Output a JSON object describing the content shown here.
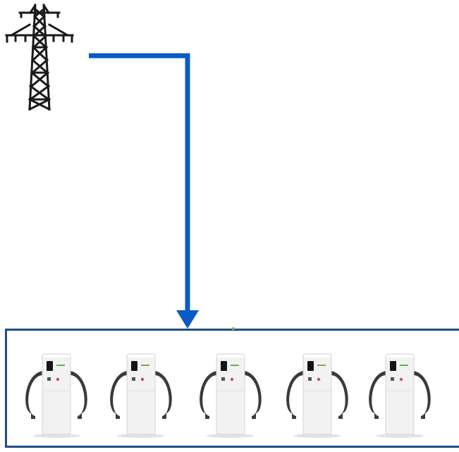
{
  "diagram": {
    "nodes": [
      {
        "id": "grid",
        "icon": "power-tower-icon"
      },
      {
        "id": "charging-station",
        "icon": "charger-group"
      }
    ],
    "edges": [
      {
        "from": "grid",
        "to": "charging-station",
        "color": "#0a5bc4"
      }
    ],
    "charger_count": 5,
    "colors": {
      "feed_line": "#0a5bc4",
      "bay_border": "#1f4b8a",
      "tower": "#1a1a1a",
      "charger_body": "#f2f2f2",
      "cable": "#3a3a3a"
    }
  }
}
